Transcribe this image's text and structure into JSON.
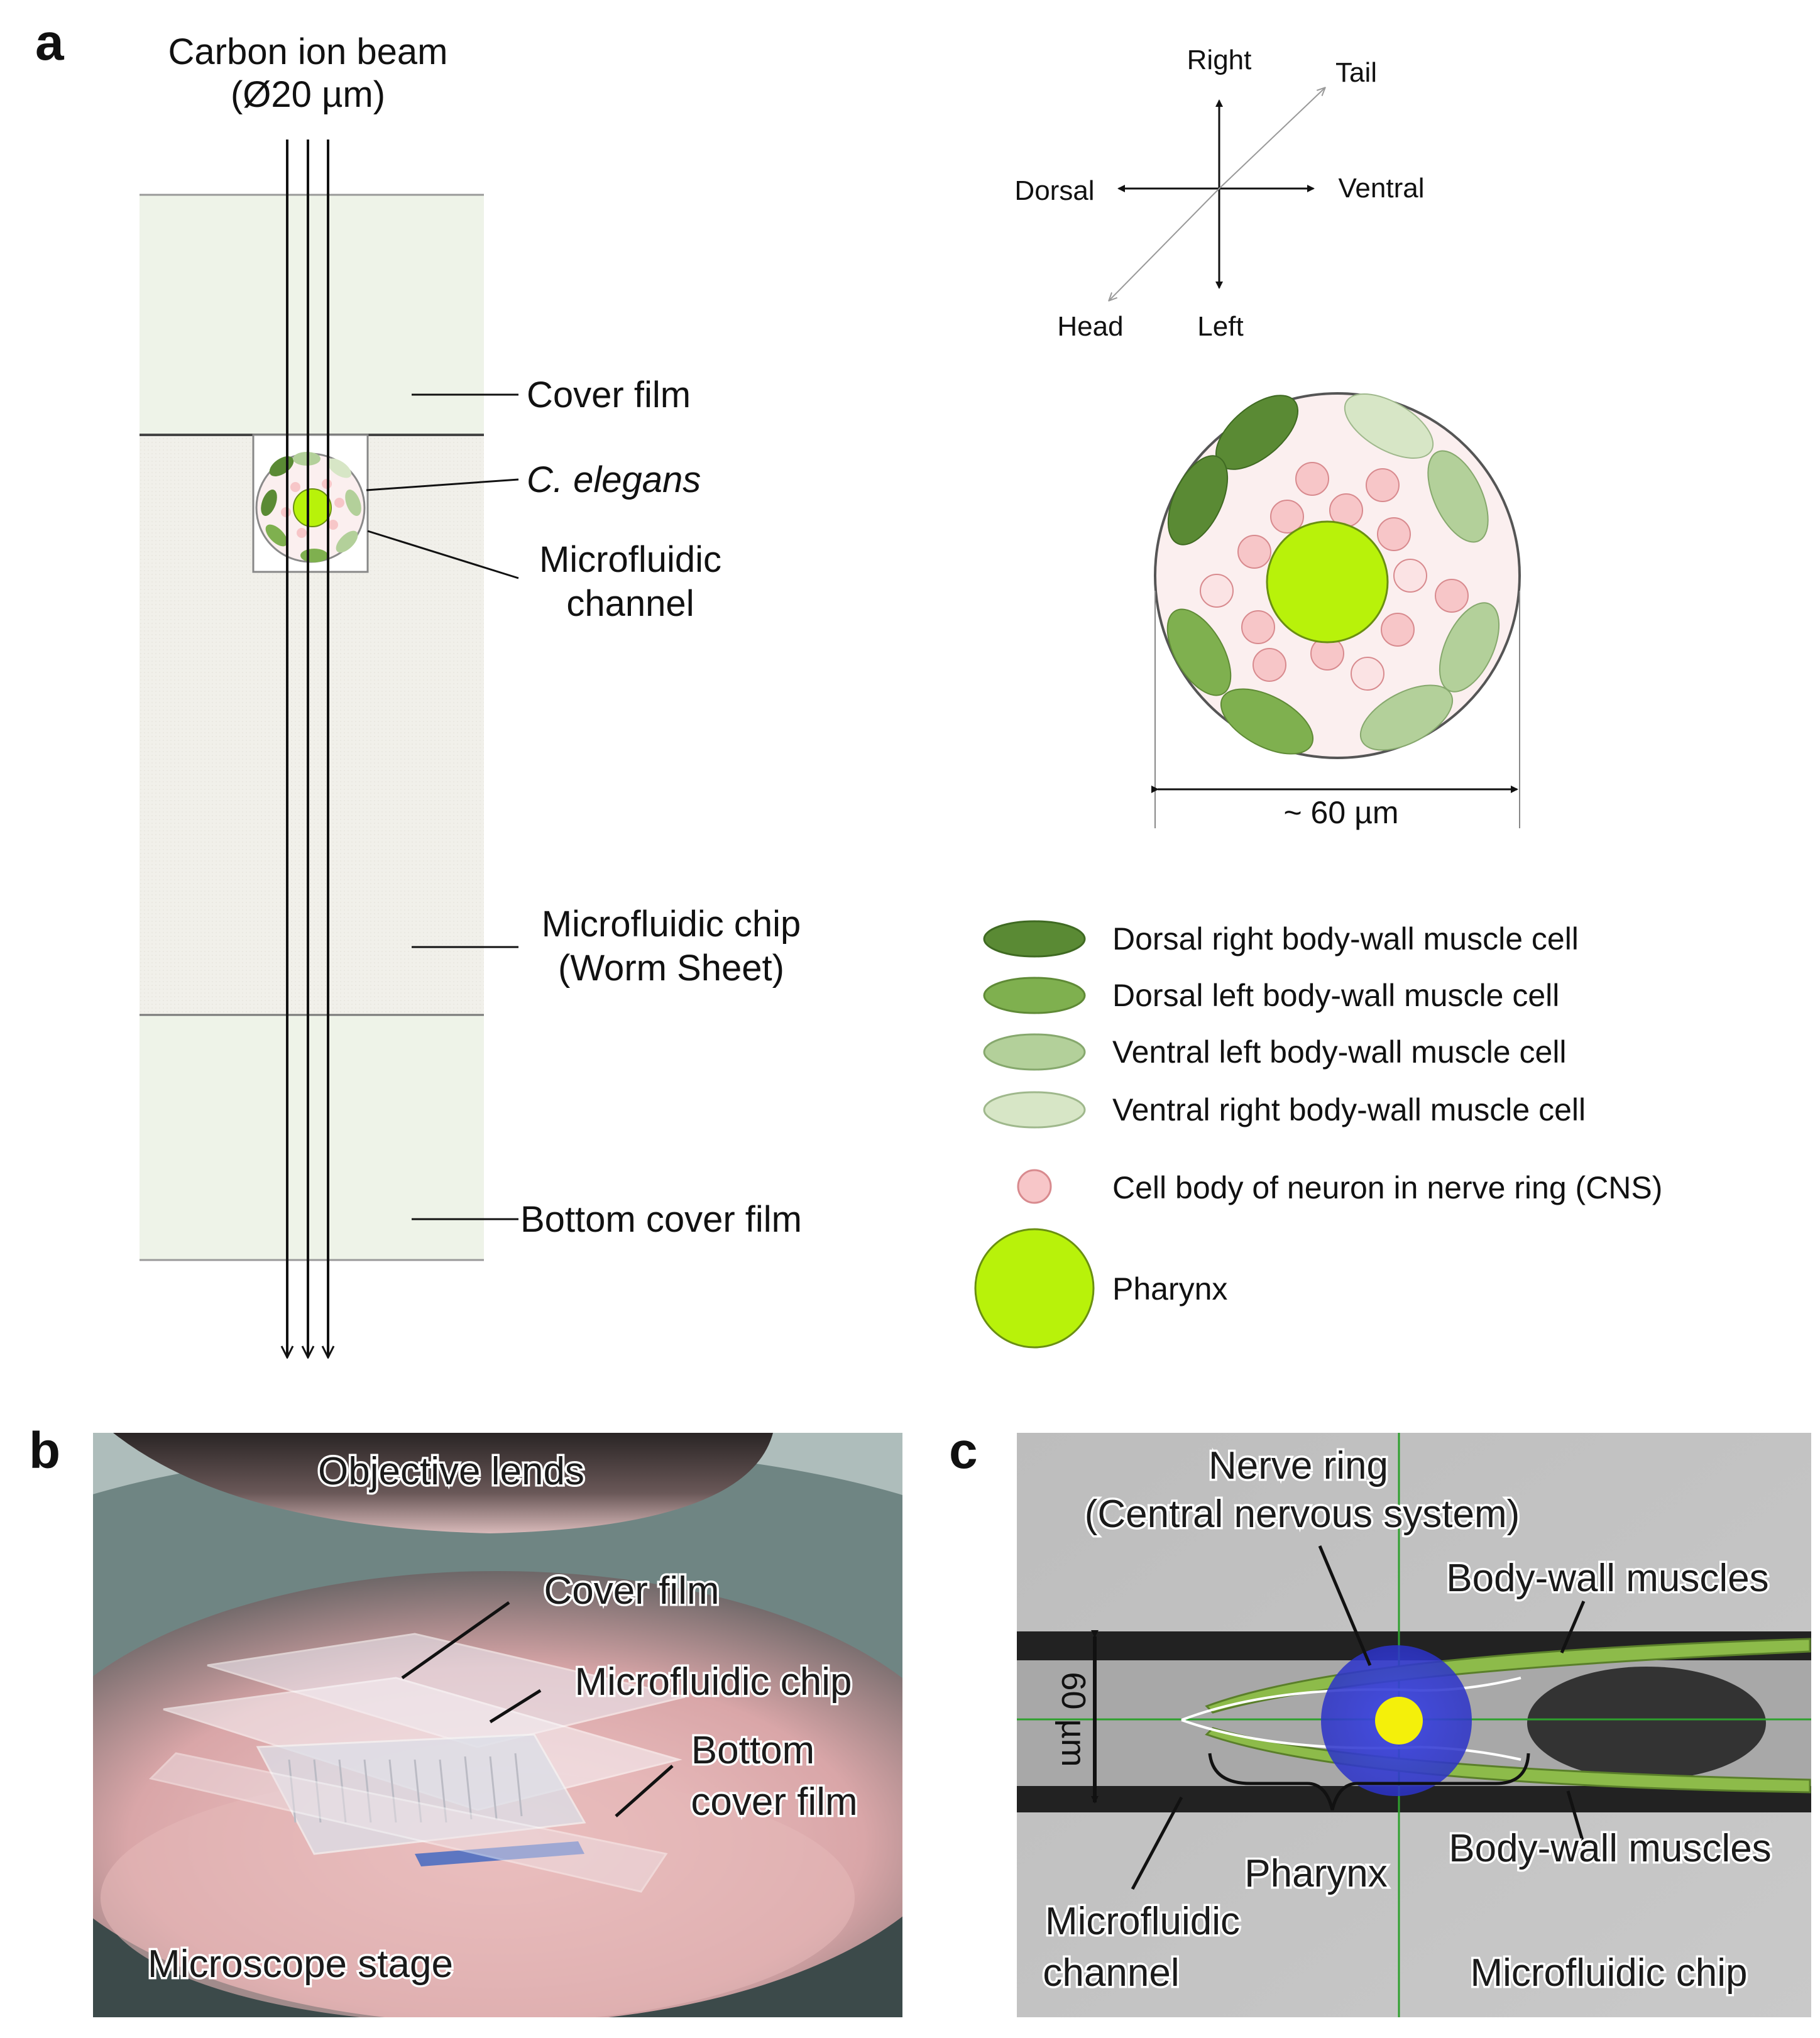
{
  "panel_a": {
    "letter": "a",
    "beam_label_1": "Carbon ion beam",
    "beam_label_2": "(Ø20 µm)",
    "layers": {
      "cover_film": "Cover film",
      "c_elegans": "C. elegans",
      "channel_1": "Microfluidic",
      "channel_2": "channel",
      "chip_1": "Microfluidic chip",
      "chip_2": "(Worm Sheet)",
      "bottom_film": "Bottom cover film"
    },
    "orientation": {
      "right": "Right",
      "left": "Left",
      "dorsal": "Dorsal",
      "ventral": "Ventral",
      "head": "Head",
      "tail": "Tail"
    },
    "dimension": "~ 60 µm",
    "legend": [
      {
        "label": "Dorsal right body-wall muscle cell",
        "color": "#5a8a34"
      },
      {
        "label": "Dorsal left body-wall muscle cell",
        "color": "#7fb04f"
      },
      {
        "label": "Ventral left body-wall muscle cell",
        "color": "#b3d09a"
      },
      {
        "label": "Ventral right body-wall muscle cell",
        "color": "#d7e6c6"
      },
      {
        "label": "Cell body of neuron in nerve ring (CNS)",
        "color": "#f7c6c8"
      },
      {
        "label": "Pharynx",
        "color": "#b8f20a"
      }
    ]
  },
  "panel_b": {
    "letter": "b",
    "objective": "Objective lends",
    "cover": "Cover film",
    "chip": "Microfluidic  chip",
    "bottom_1": "Bottom",
    "bottom_2": "cover film",
    "stage": "Microscope stage"
  },
  "panel_c": {
    "letter": "c",
    "nerve_1": "Nerve ring",
    "nerve_2": "(Central nervous system)",
    "muscles_top": "Body-wall muscles",
    "muscles_bottom": "Body-wall muscles",
    "scale": "60 µm",
    "pharynx": "Pharynx",
    "channel_1": "Microfluidic",
    "channel_2": "channel",
    "chip": "Microfluidic chip"
  }
}
